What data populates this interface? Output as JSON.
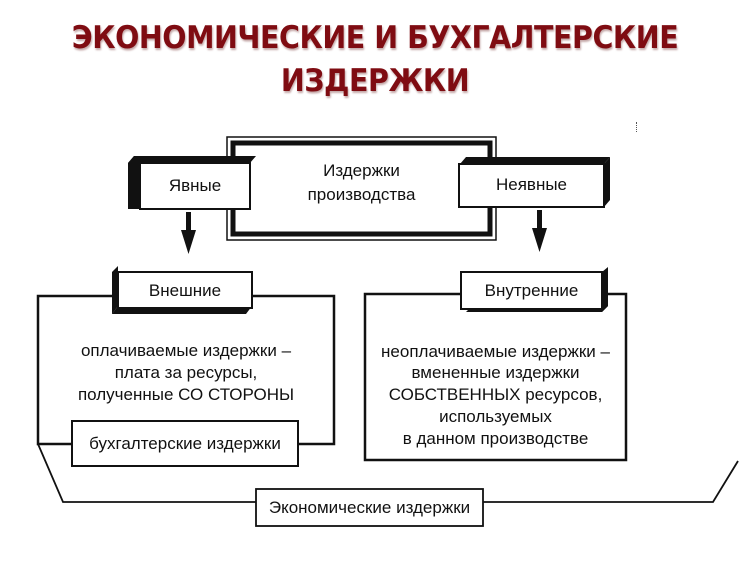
{
  "title": {
    "line1": "ЭКОНОМИЧЕСКИЕ И БУХГАЛТЕРСКИЕ",
    "line2": "ИЗДЕРЖКИ",
    "color": "#7f0c12"
  },
  "diagram": {
    "center_box": {
      "line1": "Издержки",
      "line2": "производства"
    },
    "explicit_box": {
      "label": "Явные"
    },
    "implicit_box": {
      "label": "Неявные"
    },
    "external_box": {
      "label": "Внешние"
    },
    "internal_box": {
      "label": "Внутренние"
    },
    "external_description": [
      "оплачиваемые издержки –",
      "плата за ресурсы,",
      "полученные СО СТОРОНЫ"
    ],
    "internal_description": [
      "неоплачиваемые издержки –",
      "вмененные издержки",
      "СОБСТВЕННЫХ ресурсов,",
      "используемых",
      "в данном производстве"
    ],
    "accounting_box": {
      "label": "бухгалтерские издержки"
    },
    "economic_box": {
      "label": "Экономические издержки"
    },
    "arrows": [
      {
        "from": "Явные",
        "to": "Внешние",
        "icon": "arrow-down-icon"
      },
      {
        "from": "Неявные",
        "to": "Внутренние",
        "icon": "arrow-down-icon"
      }
    ]
  }
}
